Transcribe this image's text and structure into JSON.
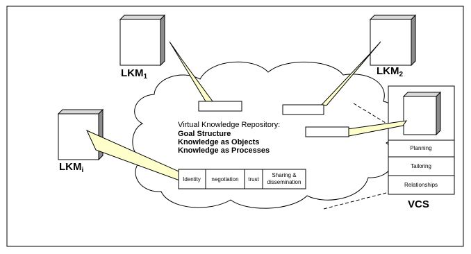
{
  "nodes": {
    "lkm1": {
      "label": "LKM",
      "subscript": "1"
    },
    "lkm2": {
      "label": "LKM",
      "subscript": "2"
    },
    "lkmi": {
      "label": "LKM",
      "subscript": "i"
    }
  },
  "repository": {
    "title": "Virtual Knowledge Repository:",
    "lines": [
      "Goal Structure",
      "Knowledge as Objects",
      "Knowledge as Processes"
    ]
  },
  "protocol_row": {
    "cells": [
      "Identity",
      "negotiation",
      "trust",
      "Sharing &",
      "dissemination"
    ]
  },
  "vcs": {
    "label": "VCS",
    "items": [
      "Planning",
      "Tailoring",
      "Relationships"
    ]
  },
  "colors": {
    "callout_fill": "#ffffcc",
    "cube_side": "#8c8c8c",
    "cube_top": "#d9d9d9",
    "stroke": "#000000"
  }
}
